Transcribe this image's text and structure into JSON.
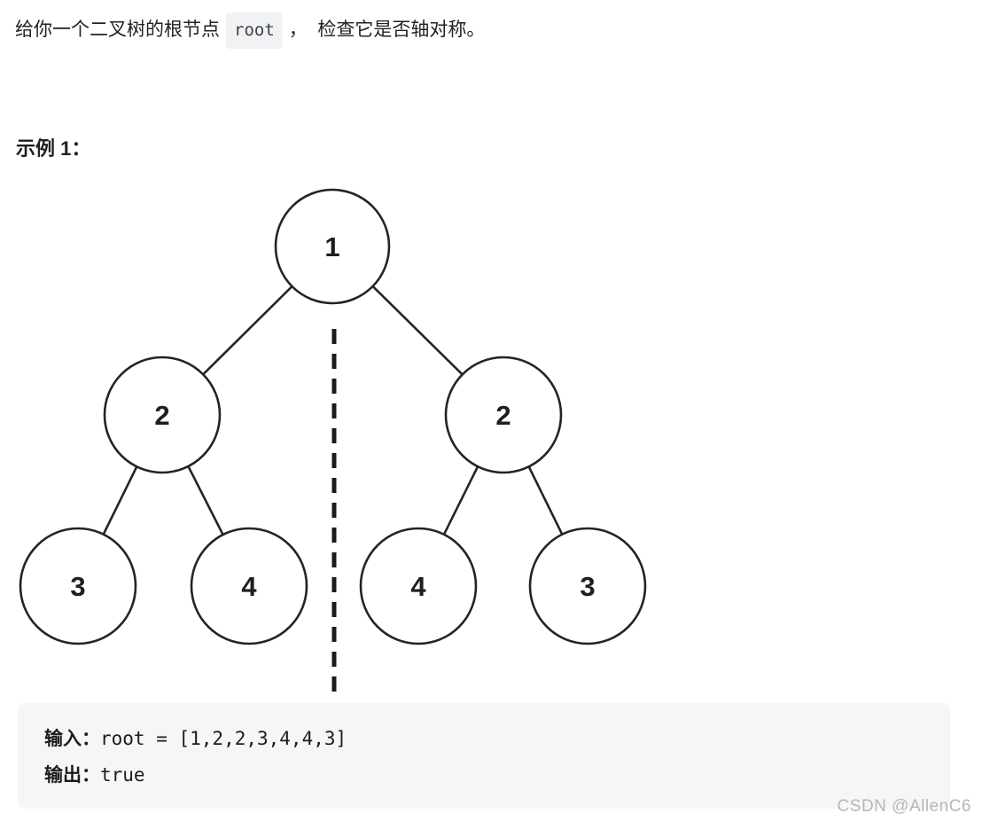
{
  "problem": {
    "statement_prefix": "给你一个二叉树的根节点",
    "inline_code": "root",
    "statement_suffix": "，  检查它是否轴对称。"
  },
  "example": {
    "label": "示例 1：",
    "io": {
      "input_label": "输入：",
      "input_value": "root = [1,2,2,3,4,4,3]",
      "output_label": "输出：",
      "output_value": "true"
    }
  },
  "tree": {
    "type": "binary-tree",
    "node_values": [
      "1",
      "2",
      "2",
      "3",
      "4",
      "4",
      "3"
    ],
    "edges": [
      [
        0,
        1
      ],
      [
        0,
        2
      ],
      [
        1,
        3
      ],
      [
        1,
        4
      ],
      [
        2,
        5
      ],
      [
        2,
        6
      ]
    ],
    "has_symmetry_axis": true
  },
  "watermark": "CSDN @AllenC6",
  "colors": {
    "text": "#222222",
    "node_stroke": "#242424",
    "axis_line": "#1b1b1b",
    "code_block_bg": "#f5f6f7",
    "inline_code_bg": "#f1f2f3",
    "watermark": "#b4b8bc"
  }
}
